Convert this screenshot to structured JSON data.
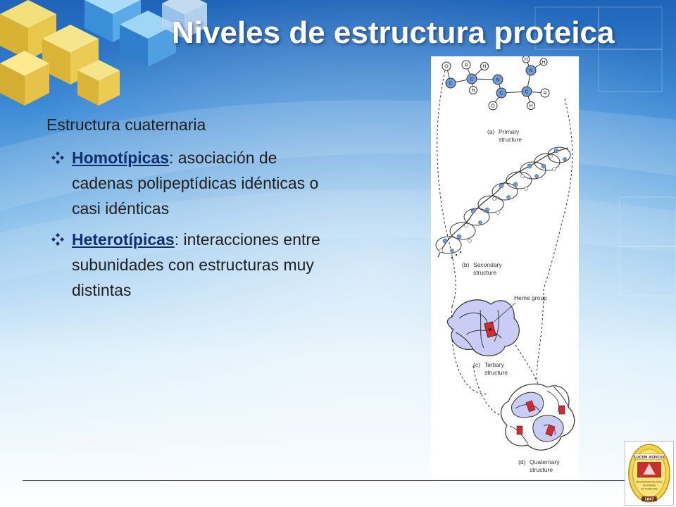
{
  "slide": {
    "title": "Niveles de estructura proteica",
    "subtitle": "Estructura cuaternaria",
    "bullets": [
      {
        "term": "Homotípicas",
        "text": ": asociación de cadenas polipeptídicas idénticas o casi idénticas"
      },
      {
        "term": "Heterotípicas",
        "text": ": interacciones entre subunidades con estructuras muy distintas"
      }
    ]
  },
  "figure": {
    "primary_label": "(a)",
    "primary_caption": [
      "Primary",
      "structure"
    ],
    "secondary_label": "(b)",
    "secondary_caption": [
      "Secondary",
      "structure"
    ],
    "heme_label": "Heme group",
    "tertiary_label": "(c)",
    "tertiary_caption": [
      "Tertiary",
      "structure"
    ],
    "quaternary_label": "(d)",
    "quaternary_caption": [
      "Quaternary",
      "structure"
    ],
    "atoms": {
      "o1": "O",
      "r1": "R",
      "c1": "C",
      "c2": "C",
      "h1": "H",
      "h2": "H",
      "n1": "N",
      "c3": "C",
      "o2": "O",
      "h3": "H",
      "c4": "C",
      "n2": "N",
      "h4": "H",
      "r2": "R",
      "h5": "H"
    }
  },
  "logo": {
    "motto": "LUCEM ASPICIO",
    "name": [
      "UNIVERSIDAD NACIONAL",
      "AUTÓNOMA",
      "DE HONDURAS"
    ],
    "year": "1847"
  },
  "colors": {
    "title": "#ffffff",
    "term": "#0f2f6e",
    "bullet_icon": "#1a2f66",
    "protein_fill": "#c9cdf5",
    "atom_blue": "#6f9ee0",
    "heme_red": "#d8282b",
    "footer_line": "#3a3a6a"
  },
  "icons": {
    "bullet": "four-diamond-icon"
  }
}
